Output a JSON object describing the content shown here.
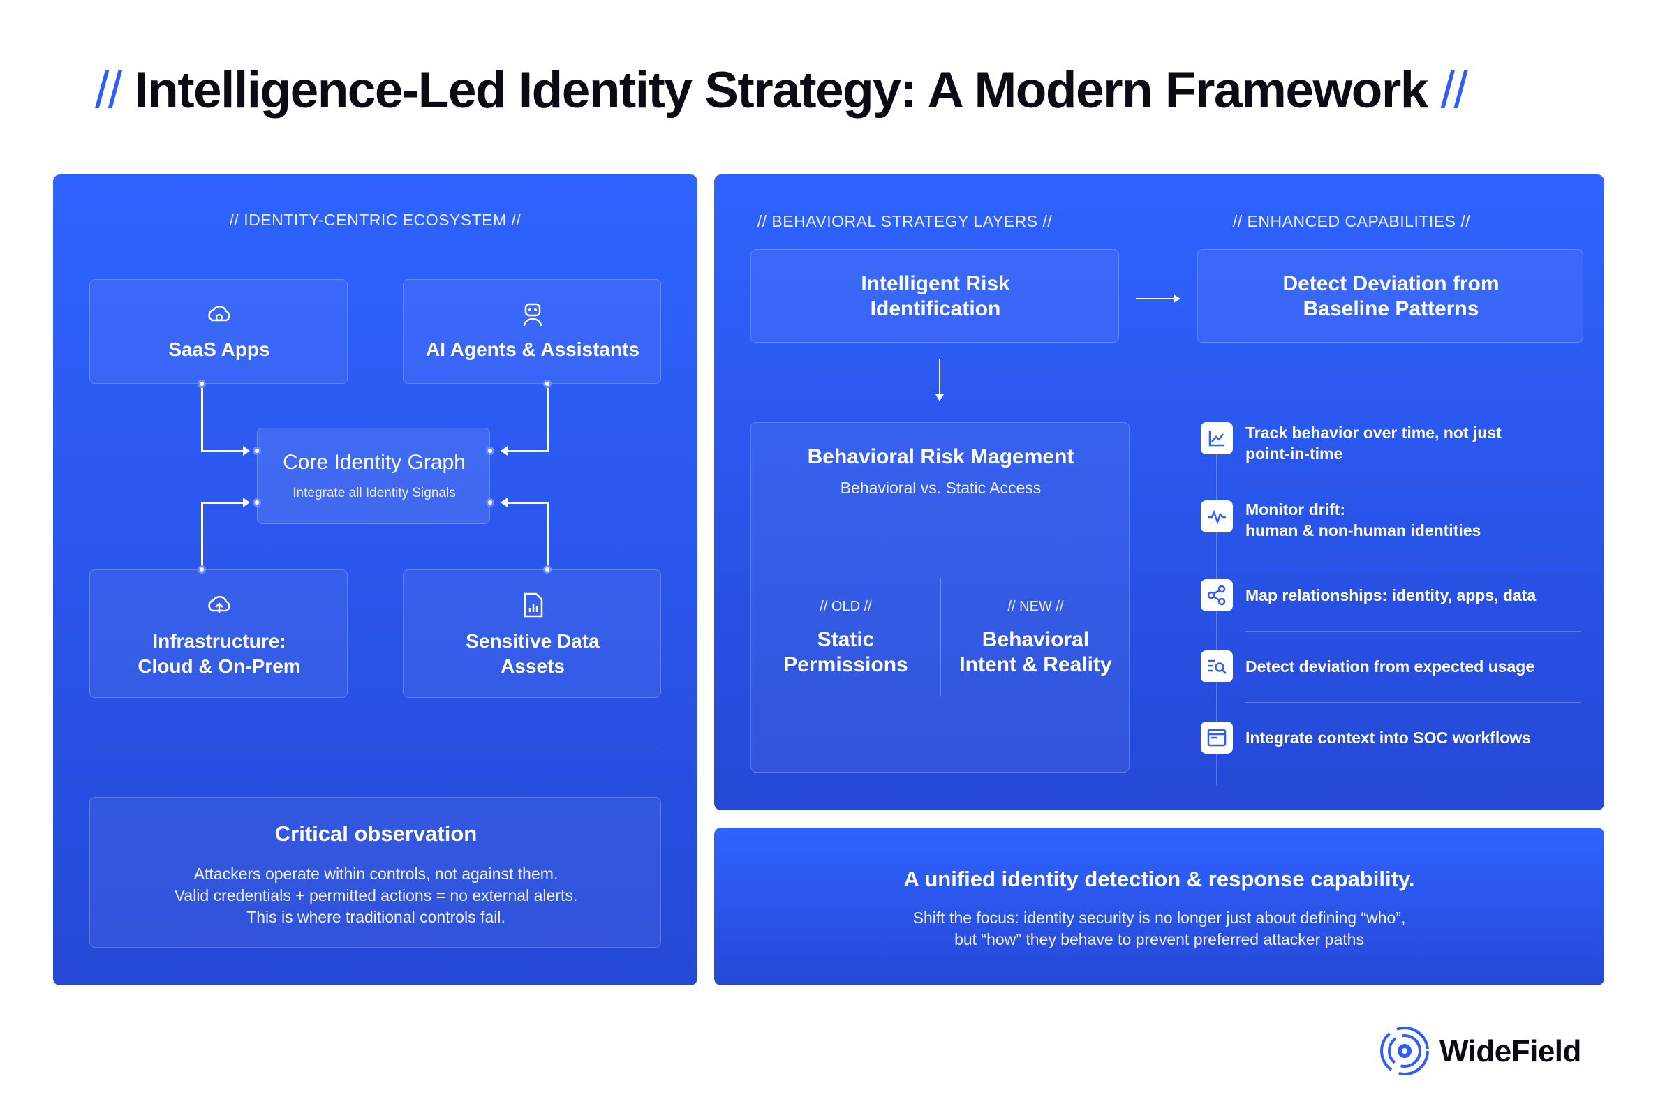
{
  "header": {
    "slash_left": "//",
    "title": "Intelligence-Led Identity Strategy:  A Modern Framework",
    "slash_right": "//"
  },
  "ecosystem": {
    "section_label": "//  IDENTITY-CENTRIC ECOSYSTEM  //",
    "saas": "SaaS Apps",
    "ai_agents": "AI Agents & Assistants",
    "core_title": "Core Identity Graph",
    "core_sub": "Integrate all Identity Signals",
    "infra_line1": "Infrastructure:",
    "infra_line2": "Cloud & On-Prem",
    "sensitive_line1": "Sensitive Data",
    "sensitive_line2": "Assets",
    "observation_title": "Critical observation",
    "observation_line1": "Attackers operate within controls, not against them.",
    "observation_line2": "Valid credentials + permitted actions = no external alerts.",
    "observation_line3": "This is where traditional controls fail."
  },
  "behavioral": {
    "section_label": "//  BEHAVIORAL STRATEGY LAYERS  //",
    "risk_id_line1": "Intelligent Risk",
    "risk_id_line2": "Identification",
    "mgmt_title": "Behavioral Risk Magement",
    "mgmt_sub": "Behavioral vs. Static Access",
    "old_tag": "//  OLD  //",
    "old_line1": "Static",
    "old_line2": "Permissions",
    "new_tag": "//  NEW  //",
    "new_line1": "Behavioral",
    "new_line2": "Intent & Reality"
  },
  "capabilities": {
    "section_label": "//  ENHANCED CAPABILITIES  //",
    "detect_line1": "Detect Deviation from",
    "detect_line2": "Baseline Patterns",
    "items": [
      {
        "icon": "line-chart-icon",
        "line1": "Track behavior over time, not just",
        "line2": "point-in-time"
      },
      {
        "icon": "pulse-icon",
        "line1": "Monitor drift:",
        "line2": "human & non-human identities"
      },
      {
        "icon": "share-nodes-icon",
        "line1": "Map relationships: identity, apps, data",
        "line2": ""
      },
      {
        "icon": "search-list-icon",
        "line1": "Detect deviation from expected usage",
        "line2": ""
      },
      {
        "icon": "window-icon",
        "line1": "Integrate context into SOC workflows",
        "line2": ""
      }
    ]
  },
  "bottom_banner": {
    "title": "A unified identity detection & response capability.",
    "line1": "Shift the focus: identity security is no longer just about defining “who”,",
    "line2": "but “how” they behave to prevent preferred attacker paths"
  },
  "brand": {
    "name": "WideField",
    "accent": "#2f5cff",
    "panel_color": "#2f63ff"
  }
}
